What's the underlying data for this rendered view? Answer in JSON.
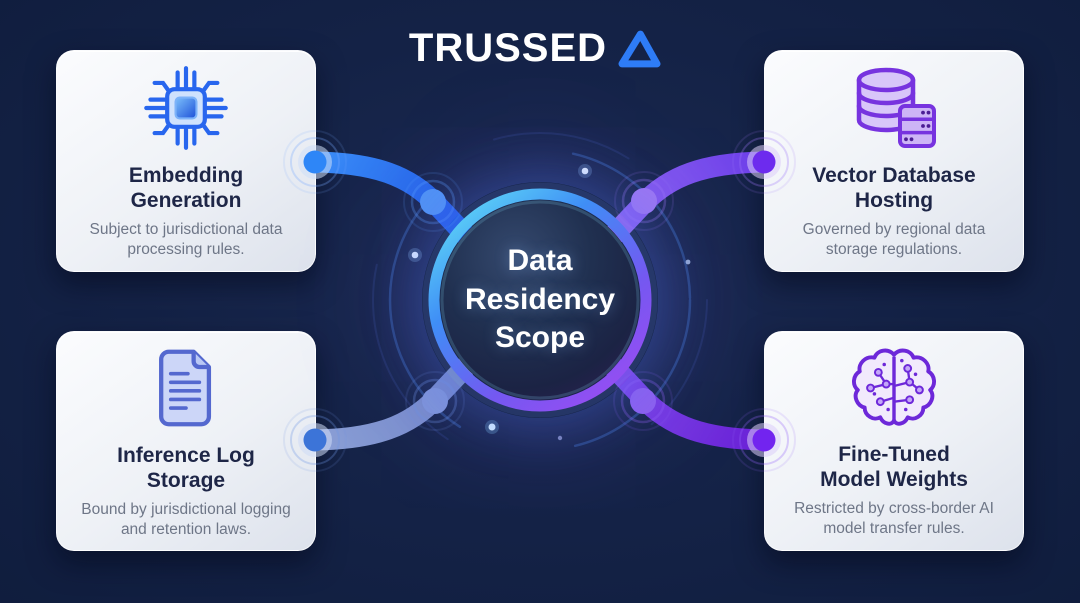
{
  "logo": {
    "text": "TRUSSED",
    "mark": "ai-monogram",
    "mark_color": "#2e7cf6"
  },
  "center": {
    "line1": "Data",
    "line2": "Residency",
    "line3": "Scope"
  },
  "cards": {
    "top_left": {
      "icon": "chip-icon",
      "title_line1": "Embedding",
      "title_line2": "Generation",
      "description": "Subject to jurisdictional data processing rules.",
      "accent": "#2866ee"
    },
    "top_right": {
      "icon": "database-icon",
      "title_line1": "Vector Database",
      "title_line2": "Hosting",
      "description": "Governed by regional data storage regulations.",
      "accent": "#7733df"
    },
    "bottom_left": {
      "icon": "document-icon",
      "title_line1": "Inference Log",
      "title_line2": "Storage",
      "description": "Bound by jurisdictional logging and retention laws.",
      "accent": "#5468cf"
    },
    "bottom_right": {
      "icon": "brain-icon",
      "title_line1": "Fine-Tuned",
      "title_line2": "Model Weights",
      "description": "Restricted by cross-border AI model transfer rules.",
      "accent": "#6d28d9"
    }
  },
  "palette": {
    "background": "#0e1b3a",
    "card_background": "#eef1f6",
    "card_title": "#1e2647",
    "card_description": "#6e7687",
    "connector_blue": "#2273f2",
    "connector_slate_blue": "#8598d2",
    "connector_violet": "#7a52ee",
    "connector_purple": "#6d2bd9",
    "ring_gradient": [
      "#63e2f7",
      "#3f8ef6",
      "#7458f1",
      "#9a4cf2"
    ]
  }
}
